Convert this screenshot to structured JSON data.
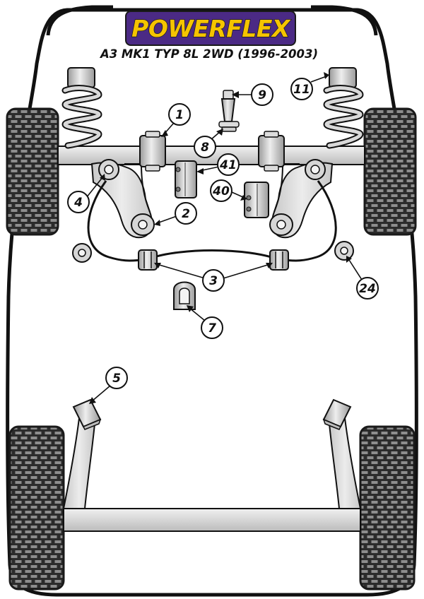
{
  "brand": {
    "logo_text": "POWERFLEX",
    "logo_bg": "#4b2a85",
    "logo_fill": "#f5c400"
  },
  "subtitle": "A3 MK1 TYP 8L 2WD (1996-2003)",
  "colors": {
    "outline": "#111111",
    "metal_light": "#e6e6e6",
    "metal_dark": "#b5b5b5",
    "tyre": "#2a2a2a"
  },
  "callouts": [
    {
      "id": "1",
      "label": "1"
    },
    {
      "id": "2",
      "label": "2"
    },
    {
      "id": "3",
      "label": "3"
    },
    {
      "id": "4",
      "label": "4"
    },
    {
      "id": "5",
      "label": "5"
    },
    {
      "id": "7",
      "label": "7"
    },
    {
      "id": "8",
      "label": "8"
    },
    {
      "id": "9",
      "label": "9"
    },
    {
      "id": "11",
      "label": "11"
    },
    {
      "id": "24",
      "label": "24"
    },
    {
      "id": "40",
      "label": "40"
    },
    {
      "id": "41",
      "label": "41"
    }
  ]
}
